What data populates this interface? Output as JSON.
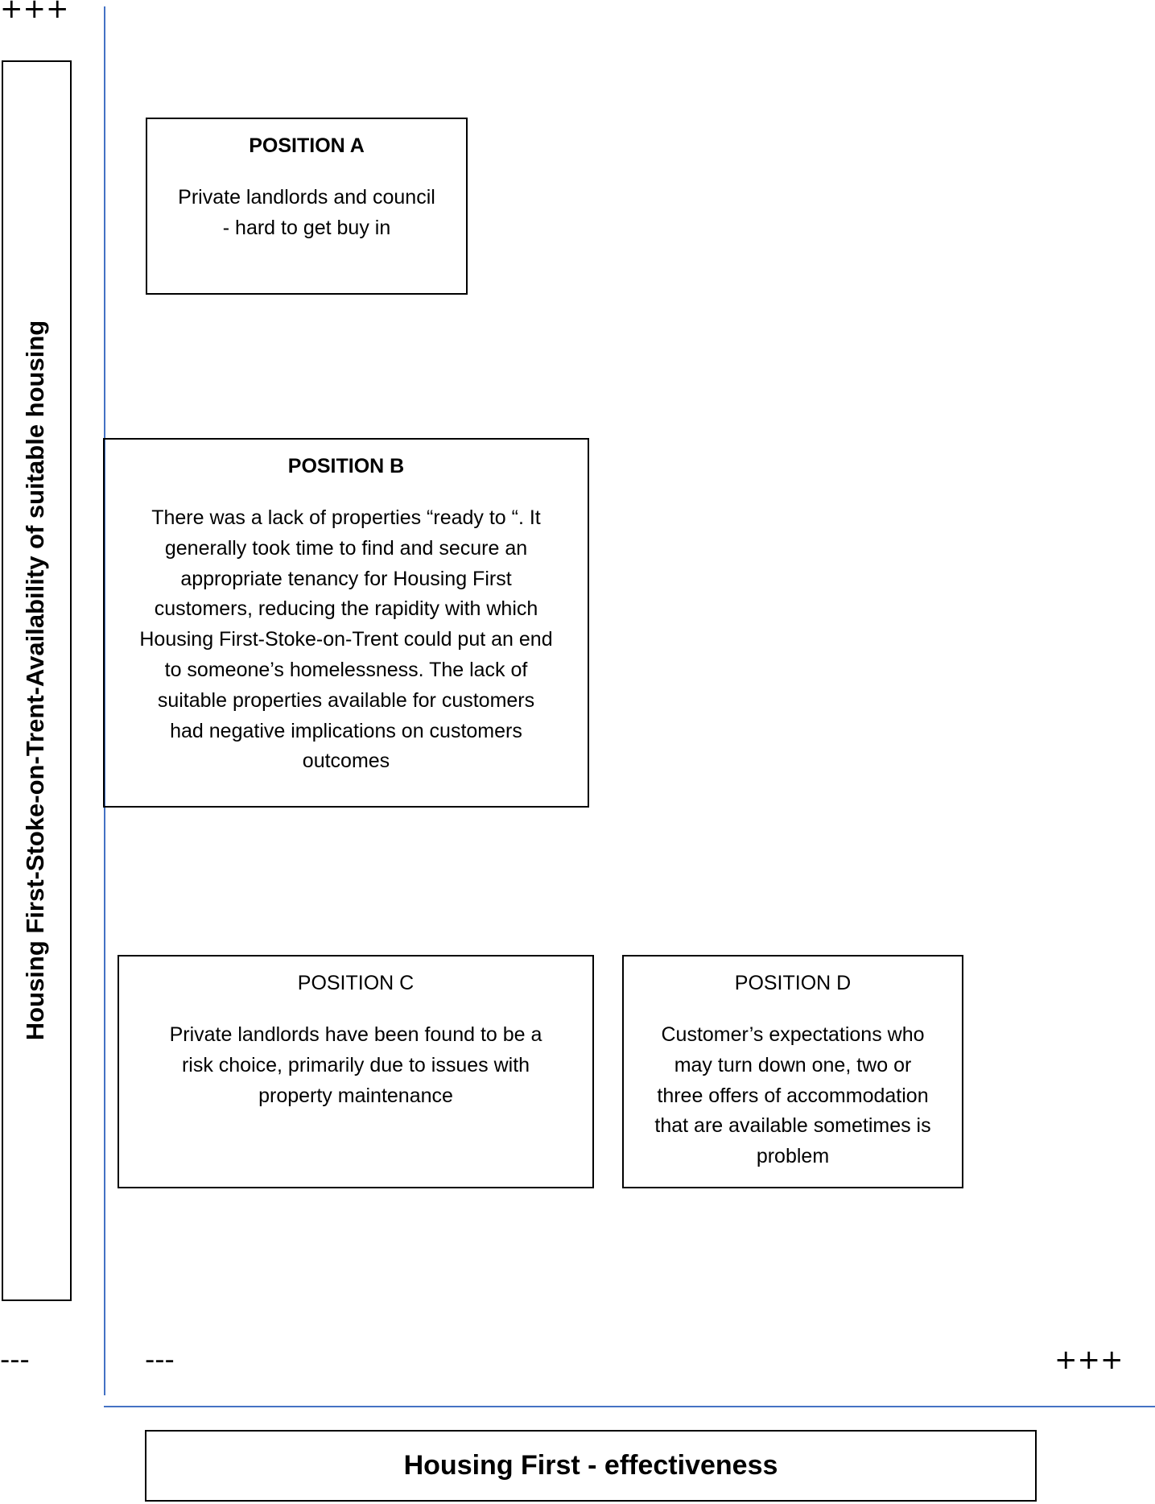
{
  "colors": {
    "axis_line": "#4472c4",
    "border": "#000000",
    "background": "#ffffff"
  },
  "y_axis": {
    "label": "Housing First-Stoke-on-Trent-Availability of suitable housing",
    "top_marker": "+++",
    "bottom_marker": "---"
  },
  "x_axis": {
    "label": "Housing First - effectiveness",
    "left_marker": "---",
    "right_marker": "+++"
  },
  "positions": [
    {
      "title": "POSITION A",
      "title_bold": true,
      "text": "Private landlords and council\n-  hard to get buy in"
    },
    {
      "title": "POSITION B",
      "title_bold": true,
      "text": "There was a lack of properties “ready to “. It\ngenerally took time to find and secure an\nappropriate tenancy for Housing First\ncustomers, reducing the rapidity with which\nHousing First-Stoke-on-Trent could put an end\nto someone’s homelessness. The lack of\nsuitable properties available for customers\nhad negative implications on customers\noutcomes"
    },
    {
      "title": "POSITION C",
      "title_bold": false,
      "text": "Private landlords have been found to be a\nrisk choice, primarily due to issues with\nproperty maintenance"
    },
    {
      "title": "POSITION D",
      "title_bold": false,
      "text": "Customer’s expectations who\nmay turn down one, two or\nthree offers of accommodation\nthat are available sometimes is\nproblem"
    }
  ]
}
